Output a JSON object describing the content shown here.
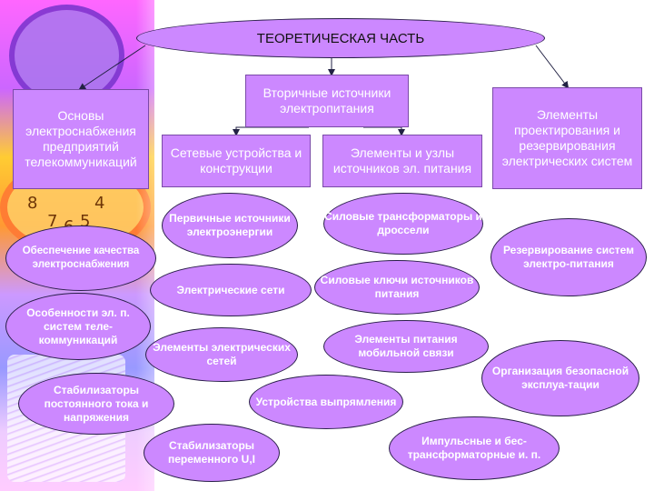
{
  "title": "ТЕОРЕТИЧЕСКАЯ ЧАСТЬ",
  "clock_numbers": [
    "8",
    "7",
    "6",
    "5",
    "4"
  ],
  "top_boxes": {
    "basics": "Основы электроснабжения предприятий телекоммуникаций",
    "secondary_sources": "Вторичные источники электропитания",
    "network_devices": "Сетевые устройства и конструкции",
    "elements_units": "Элементы и узлы источников эл. питания",
    "design_elements": "Элементы проектирования и резервирования электрических систем"
  },
  "ovals": {
    "quality": "Обеспечение качества электроснабжения",
    "features": "Особенности эл. п. систем теле-коммуникаций",
    "stabilizers_dc": "Стабилизаторы постоянного тока и напряжения",
    "primary_sources": "Первичные источники электроэнергии",
    "power_networks": "Электрические сети",
    "network_elements": "Элементы электрических сетей",
    "stabilizers_ac": "Стабилизаторы переменного U,I",
    "power_transformers": "Силовые трансформаторы и дроссели",
    "power_keys": "Силовые ключи источников питания",
    "mobile_elements": "Элементы питания мобильной связи",
    "rectifiers": "Устройства выпрямления",
    "pulse": "Импульсные и бес-трансформаторные и. п.",
    "redundancy": "Резервирование систем электро-питания",
    "safe_operation": "Организация безопасной эксплуа-тации"
  }
}
